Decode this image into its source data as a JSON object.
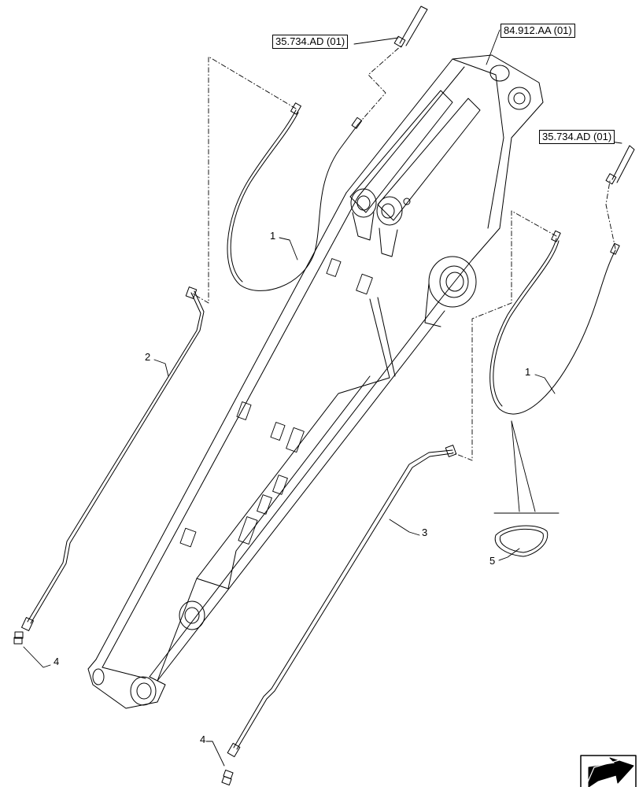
{
  "references": {
    "ref_top_left": "35.734.AD (01)",
    "ref_top_right": "84.912.AA (01)",
    "ref_right": "35.734.AD (01)"
  },
  "callouts": {
    "hose_left": "1",
    "hose_right": "1",
    "pipe_left": "2",
    "pipe_right": "3",
    "fitting_left": "4",
    "fitting_bottom": "4",
    "clip": "5"
  },
  "nav_icon": "back-arrow-icon"
}
